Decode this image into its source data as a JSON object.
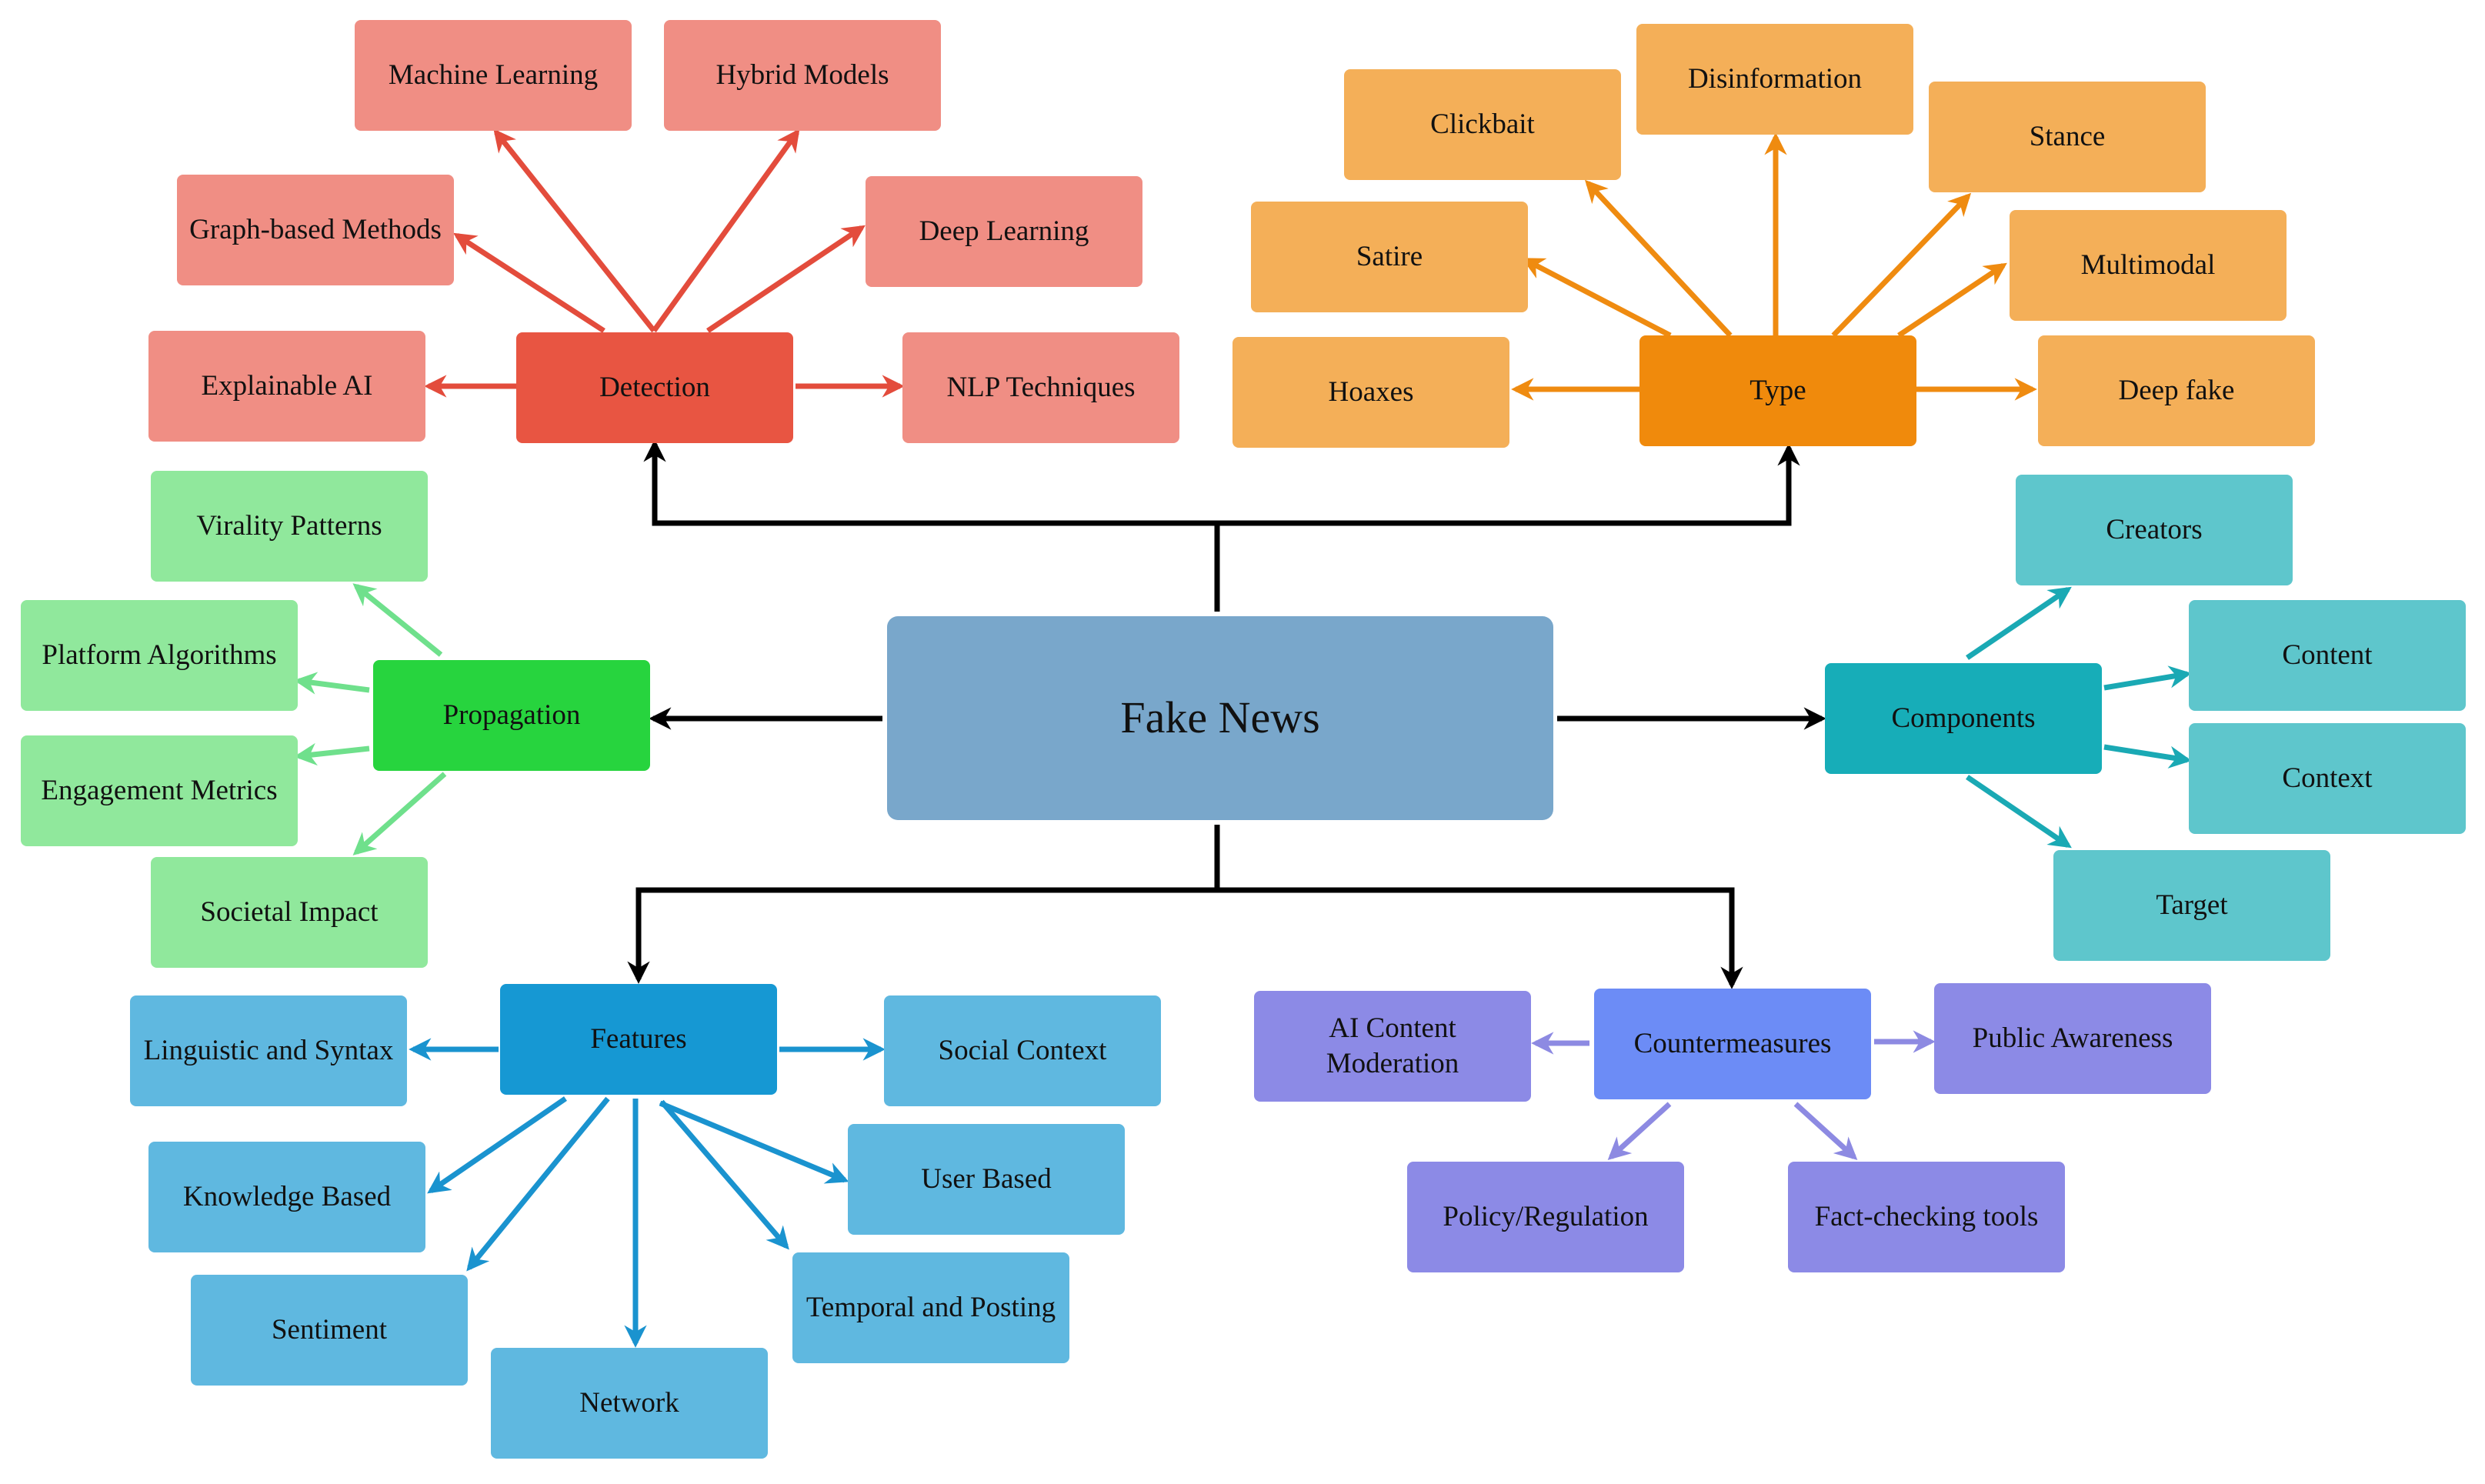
{
  "diagram": {
    "root": {
      "label": "Fake News",
      "color": "#79a7cb"
    },
    "branches": [
      {
        "id": "detection",
        "label": "Detection",
        "color": "#e85542",
        "leaf_color": "#f08e84",
        "edge_color": "#e34c3c",
        "leaves": [
          "Machine Learning",
          "Hybrid Models",
          "Graph-based Methods",
          "Deep Learning",
          "Explainable AI",
          "NLP Techniques"
        ]
      },
      {
        "id": "type",
        "label": "Type",
        "color": "#f08a0c",
        "leaf_color": "#f4af58",
        "edge_color": "#ef8b10",
        "leaves": [
          "Clickbait",
          "Disinformation",
          "Stance",
          "Satire",
          "Multimodal",
          "Hoaxes",
          "Deep fake"
        ]
      },
      {
        "id": "propagation",
        "label": "Propagation",
        "color": "#27d43e",
        "leaf_color": "#90e89c",
        "edge_color": "#6fe08c",
        "leaves": [
          "Virality Patterns",
          "Platform Algorithms",
          "Engagement Metrics",
          "Societal Impact"
        ]
      },
      {
        "id": "components",
        "label": "Components",
        "color": "#17adb8",
        "leaf_color": "#5ec6cc",
        "edge_color": "#1aa9b4",
        "leaves": [
          "Creators",
          "Content",
          "Context",
          "Target"
        ]
      },
      {
        "id": "features",
        "label": "Features",
        "color": "#1698d3",
        "leaf_color": "#5fb8e0",
        "edge_color": "#1a93cf",
        "leaves": [
          "Linguistic and Syntax",
          "Social Context",
          "Knowledge Based",
          "User Based",
          "Sentiment",
          "Temporal and Posting",
          "Network"
        ]
      },
      {
        "id": "countermeasures",
        "label": "Countermeasures",
        "color": "#6c8cf6",
        "leaf_color": "#8c8ae6",
        "edge_color": "#8d8ae2",
        "leaves": [
          "AI Content Moderation",
          "Public Awareness",
          "Policy/Regulation",
          "Fact-checking tools"
        ]
      }
    ]
  }
}
